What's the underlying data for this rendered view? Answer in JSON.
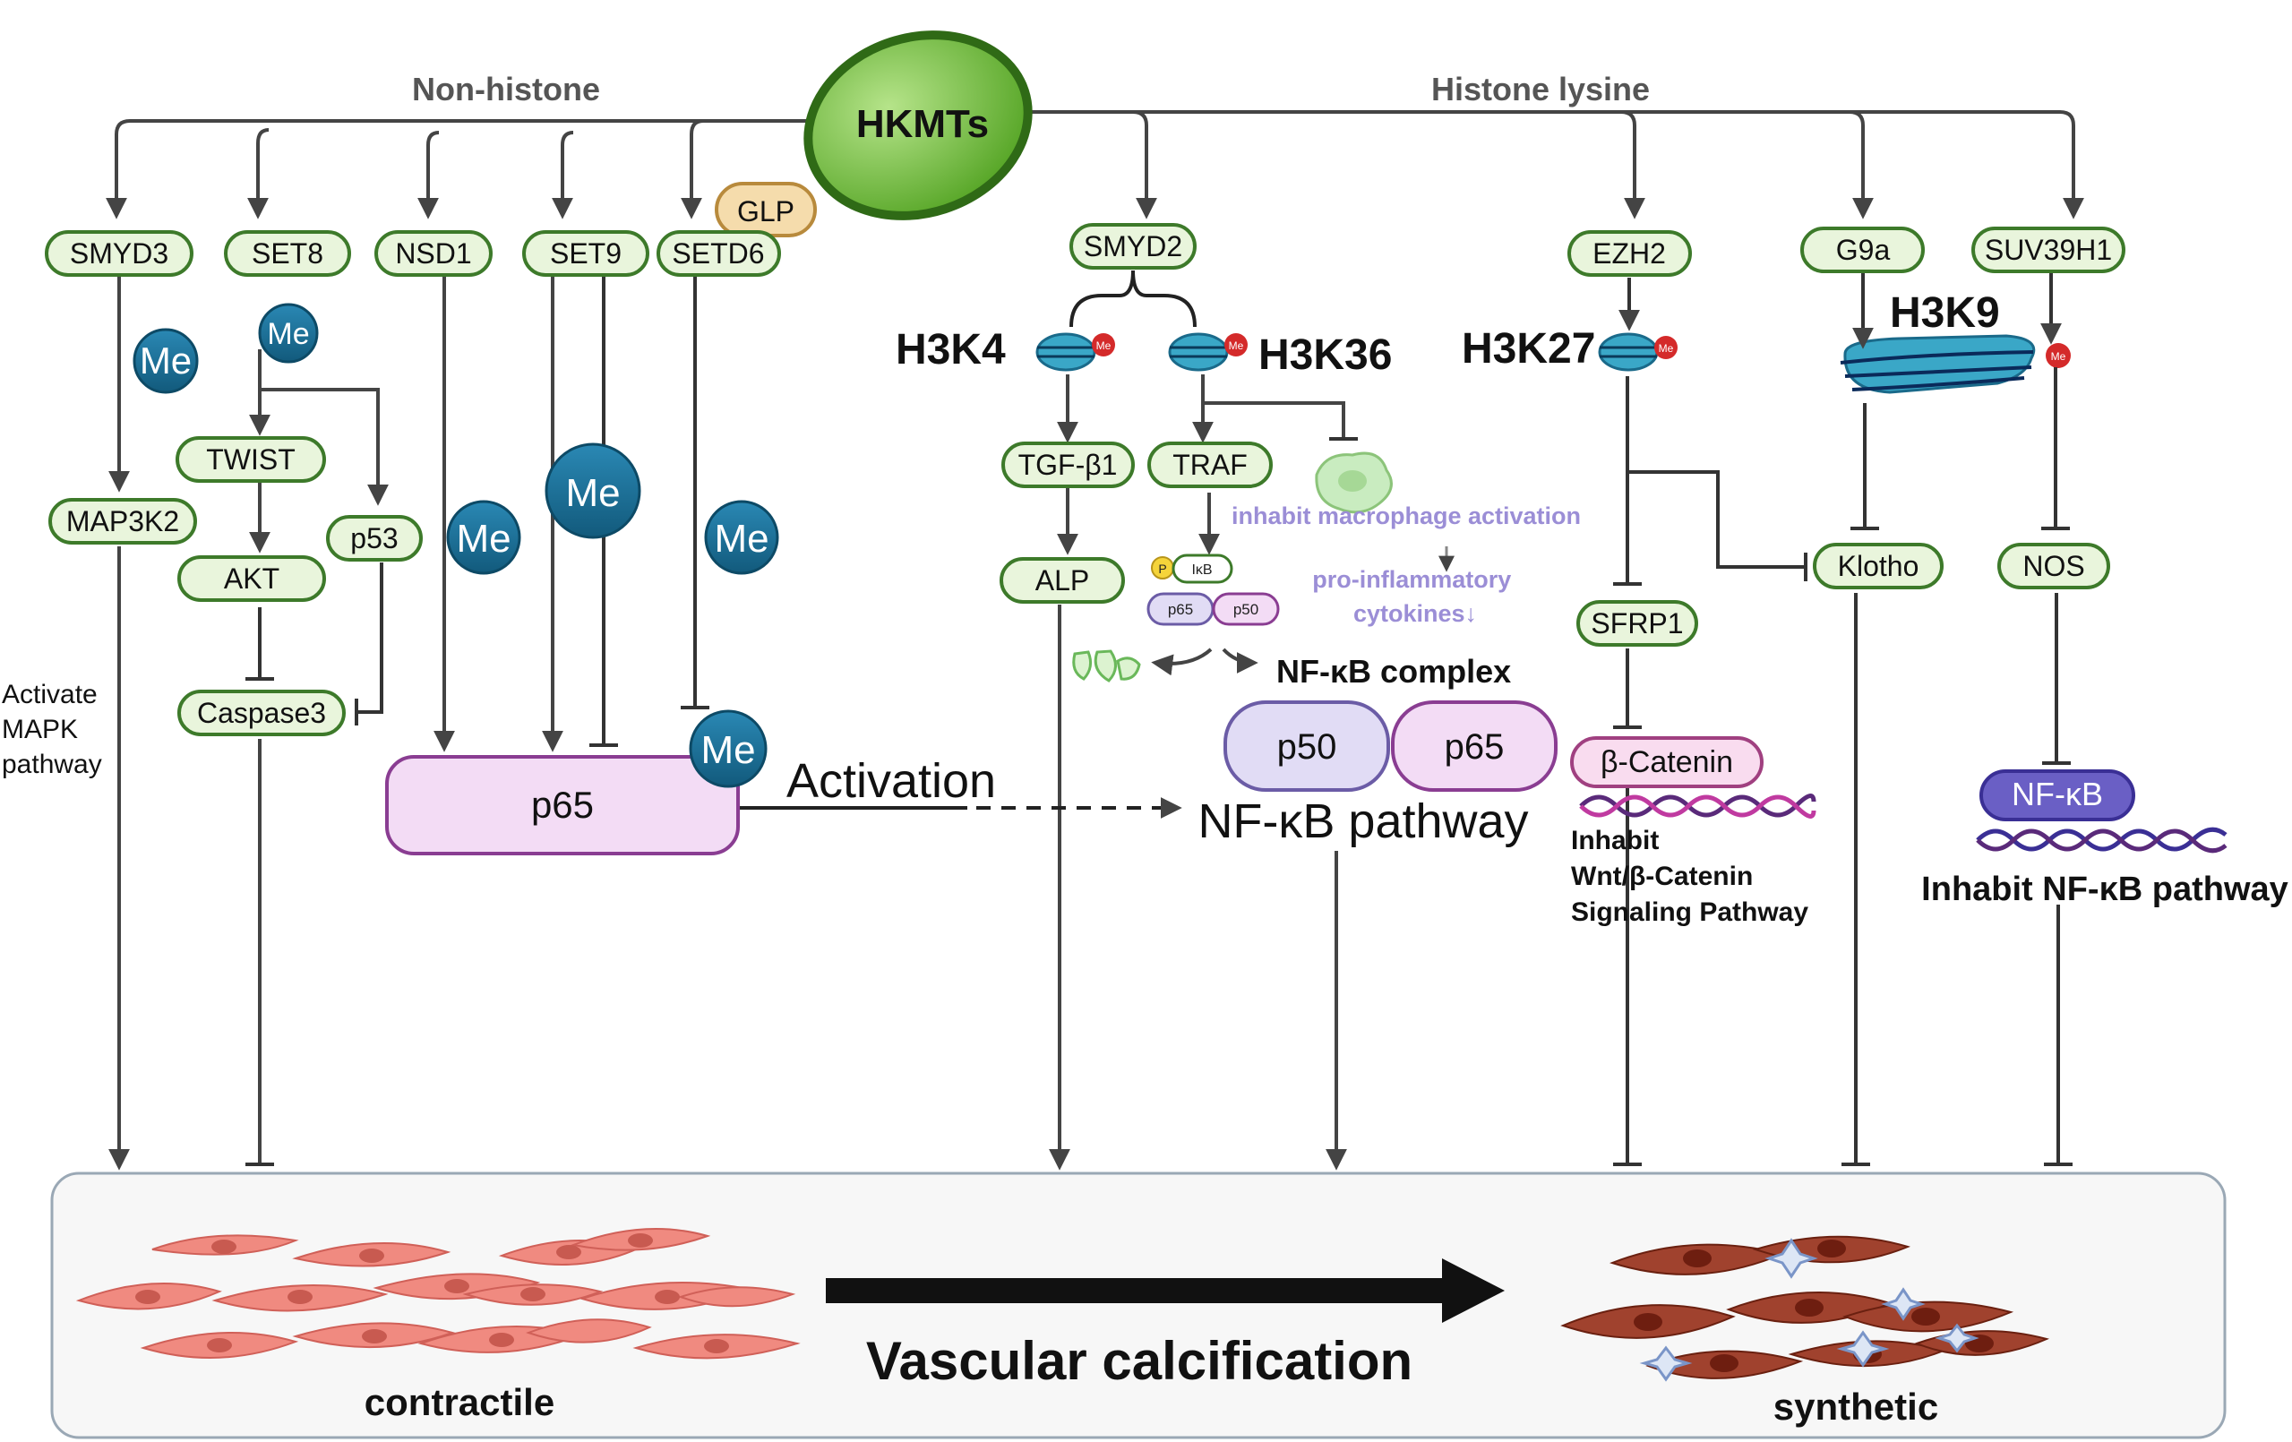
{
  "center": {
    "label": "HKMTs"
  },
  "branches": {
    "left": "Non-histone",
    "right": "Histone lysine"
  },
  "enzymes": {
    "smyd3": "SMYD3",
    "set8": "SET8",
    "nsd1": "NSD1",
    "set9": "SET9",
    "setd6": "SETD6",
    "glp": "GLP",
    "smyd2": "SMYD2",
    "ezh2": "EZH2",
    "g9a": "G9a",
    "suv39h1": "SUV39H1"
  },
  "methyl": {
    "me": "Me"
  },
  "proteins": {
    "map3k2": "MAP3K2",
    "twist": "TWIST",
    "akt": "AKT",
    "p53": "p53",
    "caspase3": "Caspase3",
    "p65_main": "p65",
    "tgfb1": "TGF-β1",
    "alp": "ALP",
    "traf": "TRAF",
    "sfrp1": "SFRP1",
    "klotho": "Klotho",
    "nos": "NOS",
    "bcatenin": "β-Catenin",
    "nfkb_box": "NF-κB",
    "ikb": "IκB",
    "phospho": "P",
    "small_p65": "p65",
    "small_p50": "p50",
    "complex_p50": "p50",
    "complex_p65": "p65"
  },
  "histone_marks": {
    "h3k4": "H3K4",
    "h3k36": "H3K36",
    "h3k27": "H3K27",
    "h3k9": "H3K9"
  },
  "labels": {
    "activate_mapk": [
      "Activate",
      "MAPK",
      "pathway"
    ],
    "activation": "Activation",
    "nfkb_pathway": "NF-κB pathway",
    "nfkb_complex": "NF-κB complex",
    "inhabit_macrophage": "inhabit macrophage activation",
    "proinflammatory": [
      "pro-inflammatory",
      "cytokines↓"
    ],
    "inhabit_wnt": [
      "Inhabit",
      "Wnt/β-Catenin",
      "Signaling Pathway"
    ],
    "inhabit_nfkb": "Inhabit NF-κB pathway"
  },
  "bottom": {
    "contractile": "contractile",
    "vascular_calcification": "Vascular calcification",
    "synthetic": "synthetic"
  },
  "colors": {
    "enzyme_fill": "#e9f5dc",
    "enzyme_stroke": "#3d7a2a",
    "hkmt_fill": "#7cc444",
    "me_blue": "#1c6e94",
    "p65_fill": "#f3dcf5",
    "p65_stroke": "#8a3d92",
    "p50_fill": "#e1dcf5",
    "p50_stroke": "#6b5ca6",
    "glp_fill": "#f5dcac",
    "nfkb_fill": "#6a5fc5",
    "purple_text": "#9b8ed6",
    "dna": "#5a2a7a",
    "cell_pink": "#f08a80",
    "cell_brown": "#a0422e"
  }
}
